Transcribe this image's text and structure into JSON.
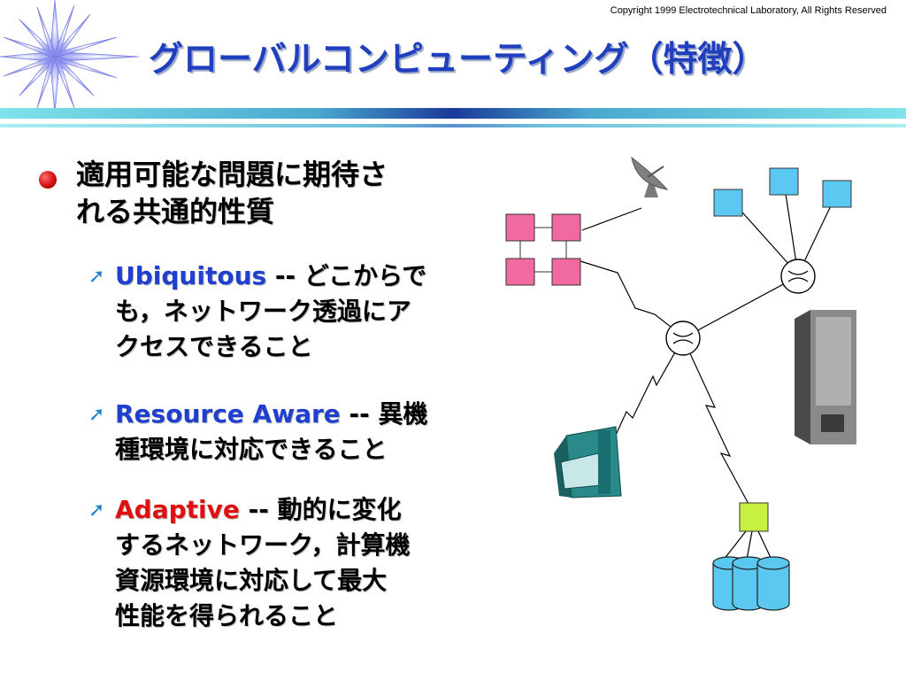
{
  "copyright": "Copyright 1999 Electrotechnical Laboratory, All Rights Reserved",
  "title": "グローバルコンピューティング（特徴）",
  "main_bullet": {
    "line1": "適用可能な問題に期待さ",
    "line2": "れる共通的性質"
  },
  "sub_items": [
    {
      "keyword": "Ubiquitous",
      "separator": " -- ",
      "line1": "どこからで",
      "line2": "も，ネットワーク透過にア",
      "line3": "クセスできること"
    },
    {
      "keyword": "Resource Aware",
      "separator": " -- ",
      "line1": "異機",
      "line2": "種環境に対応できること"
    },
    {
      "keyword": "Adaptive",
      "separator": " --  ",
      "line1": "動的に変化",
      "line2": "するネットワーク，計算機",
      "line3": "資源環境に対応して最大",
      "line4": "性能を得られること"
    }
  ],
  "colors": {
    "title": "#1f3fbf",
    "keyword_blue": "#1f3fd0",
    "keyword_red": "#e01010",
    "node_pink": "#f06aa0",
    "node_blue": "#5ac8f0",
    "node_green": "#c8f040"
  }
}
